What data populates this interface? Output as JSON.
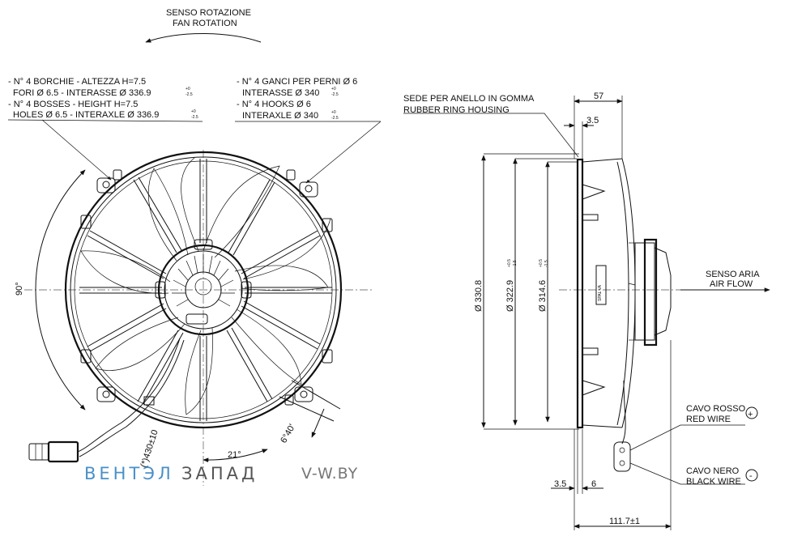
{
  "rotation": {
    "it": "SENSO ROTAZIONE",
    "en": "FAN ROTATION"
  },
  "bosses": {
    "line1": "- N° 4 BORCHIE -  ALTEZZA H=7.5",
    "line2": "FORI Ø 6.5 - INTERASSE Ø 336.9",
    "line3": "- N° 4 BOSSES -  HEIGHT H=7.5",
    "line4": "HOLES Ø 6.5 - INTERAXLE Ø 336.9",
    "tol_plus": "+0",
    "tol_minus": "-2.5"
  },
  "hooks": {
    "line1": "- N° 4 GANCI PER PERNI Ø 6",
    "line2": "INTERASSE Ø 340",
    "line3": "- N° 4 HOOKS Ø 6",
    "line4": "INTERAXLE Ø 340",
    "tol_plus": "+0",
    "tol_minus": "-2.5"
  },
  "rubber": {
    "it": "SEDE PER ANELLO IN GOMMA",
    "en": "RUBBER RING HOUSING"
  },
  "airflow": {
    "it": "SENSO ARIA",
    "en": "AIR FLOW"
  },
  "red_wire": {
    "it": "CAVO ROSSO",
    "en": "RED WIRE",
    "sign": "+"
  },
  "black_wire": {
    "it": "CAVO NERO",
    "en": "BLACK WIRE",
    "sign": "-"
  },
  "dims": {
    "d57": "57",
    "d3_5_top": "3.5",
    "d330": "Ø 330.8",
    "d322": "Ø 322.9",
    "d322_tol_plus": "+0.5",
    "d322_tol_minus": "-1.5",
    "d314": "Ø 314.6",
    "d314_tol_plus": "+0.5",
    "d314_tol_minus": "-1.5",
    "d3_5_bottom": "3.5",
    "d6": "6",
    "d111": "111.7±1",
    "angle90": "90°",
    "angle21": "21°",
    "angle640": "6°40'",
    "cable": "(*)430±10"
  },
  "watermark": {
    "brand_a": "ВЕНТЭЛ",
    "brand_b": "ЗАПАД",
    "site": "V-W.BY"
  }
}
